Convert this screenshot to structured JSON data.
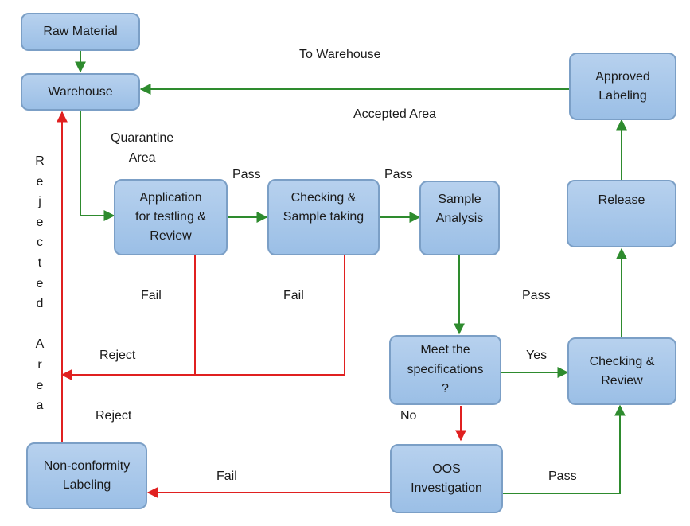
{
  "nodes": {
    "raw_material": "Raw Material",
    "warehouse": "Warehouse",
    "application": "Application\nfor testling &\nReview",
    "checking_sample": "Checking &\nSample taking",
    "sample_analysis": "Sample\nAnalysis",
    "meet_specs": "Meet the\nspecifications\n?",
    "oos": "OOS\nInvestigation",
    "nonconformity": "Non-conformity\nLabeling",
    "checking_review": "Checking &\nReview",
    "release": "Release",
    "approved_labeling": "Approved\nLabeling"
  },
  "edge_labels": {
    "to_warehouse": "To Warehouse",
    "accepted_area": "Accepted Area",
    "quarantine_area": "Quarantine\nArea",
    "pass_1": "Pass",
    "pass_2": "Pass",
    "pass_3": "Pass",
    "pass_4": "Pass",
    "fail_1": "Fail",
    "fail_2": "Fail",
    "fail_3": "Fail",
    "reject_1": "Reject",
    "reject_2": "Reject",
    "yes": "Yes",
    "no": "No"
  },
  "rejected_area": [
    "R",
    "e",
    "j",
    "e",
    "c",
    "t",
    "e",
    "d",
    "",
    "A",
    "r",
    "e",
    "a"
  ],
  "colors": {
    "pass_arrow": "#2e8b2e",
    "fail_arrow": "#e02020",
    "box_fill": "#a8c8ec",
    "box_border": "#7b9fc6"
  }
}
